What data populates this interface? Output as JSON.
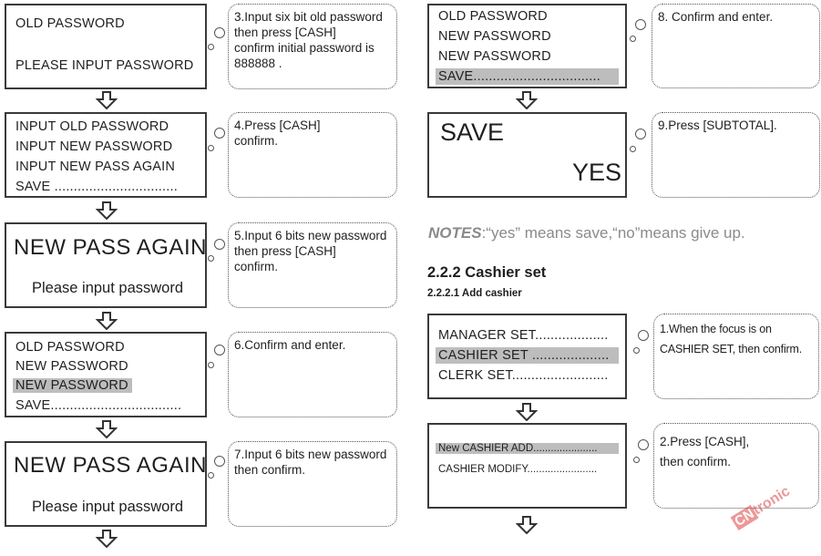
{
  "steps": {
    "s3": {
      "lcd": [
        "OLD PASSWORD",
        "PLEASE INPUT PASSWORD"
      ],
      "note": "3.Input six bit old password\n then press  [CASH]\nconfirm initial password is\n888888 ."
    },
    "s4": {
      "lcd": [
        "INPUT OLD PASSWORD",
        "INPUT NEW PASSWORD",
        "INPUT NEW PASS AGAIN",
        "SAVE ................................"
      ],
      "note": "4.Press [CASH]\nconfirm."
    },
    "s5": {
      "title": "NEW PASS AGAIN",
      "sub": "Please input password",
      "note": "5.Input 6 bits new password\nthen press [CASH]\nconfirm."
    },
    "s6": {
      "lcd": [
        "OLD PASSWORD",
        "NEW PASSWORD",
        "NEW PASSWORD",
        "SAVE.................................."
      ],
      "note": "6.Confirm and enter."
    },
    "s7": {
      "title": "NEW PASS AGAIN",
      "sub": "Please input password",
      "note": "7.Input 6 bits new password\nthen confirm."
    },
    "s8": {
      "lcd": [
        "OLD PASSWORD",
        "NEW PASSWORD",
        "NEW PASSWORD",
        "SAVE................................."
      ],
      "note": "8. Confirm and enter."
    },
    "s9": {
      "title": "SAVE",
      "value": "YES",
      "note": "9.Press [SUBTOTAL]."
    }
  },
  "notes": {
    "label": "NOTES",
    "text": ":“yes” means save,“no”means give up."
  },
  "section": {
    "heading": "2.2.2 Cashier set",
    "subheading": "2.2.2.1 Add cashier"
  },
  "cashier": {
    "c1": {
      "lcd": [
        "MANAGER SET...................",
        "CASHIER SET ....................",
        "CLERK SET........................."
      ],
      "note": "1.When the focus is on\nCASHIER SET, then confirm."
    },
    "c2": {
      "lcd": [
        "New CASHIER ADD......................",
        "CASHIER MODIFY........................"
      ],
      "note": "2.Press [CASH],\nthen confirm."
    }
  },
  "watermark": {
    "brand_a": "CN",
    "brand_b": "tronic"
  },
  "colors": {
    "highlight": "#bdbdbd",
    "border": "#3a3a3a",
    "notes": "#8a8a8a",
    "watermark": "#d44444"
  },
  "icons": [
    "down-arrow-icon",
    "bubble-icon"
  ]
}
